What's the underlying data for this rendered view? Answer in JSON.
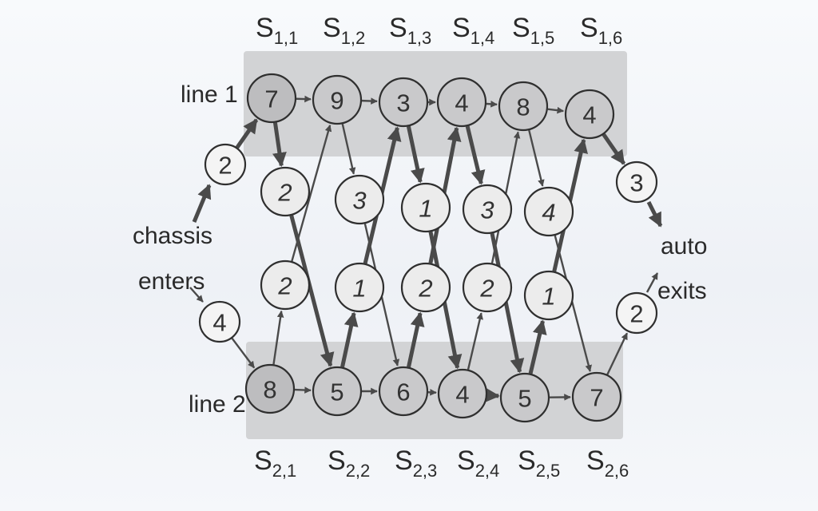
{
  "diagram": {
    "line_labels": {
      "line1": "line 1",
      "line2": "line 2"
    },
    "entry_label": [
      "chassis",
      "enters"
    ],
    "exit_label": [
      "auto",
      "exits"
    ],
    "station_prefix": "S",
    "line1": [
      {
        "sub": "1,1",
        "value": "7"
      },
      {
        "sub": "1,2",
        "value": "9"
      },
      {
        "sub": "1,3",
        "value": "3"
      },
      {
        "sub": "1,4",
        "value": "4"
      },
      {
        "sub": "1,5",
        "value": "8"
      },
      {
        "sub": "1,6",
        "value": "4"
      }
    ],
    "line2": [
      {
        "sub": "2,1",
        "value": "8"
      },
      {
        "sub": "2,2",
        "value": "5"
      },
      {
        "sub": "2,3",
        "value": "6"
      },
      {
        "sub": "2,4",
        "value": "4"
      },
      {
        "sub": "2,5",
        "value": "5"
      },
      {
        "sub": "2,6",
        "value": "7"
      }
    ],
    "transfer_1_to_2": [
      "2",
      "3",
      "1",
      "3",
      "4"
    ],
    "transfer_2_to_1": [
      "2",
      "1",
      "2",
      "2",
      "1"
    ],
    "entry_times": {
      "line1": "2",
      "line2": "4"
    },
    "exit_times": {
      "line1": "3",
      "line2": "2"
    }
  }
}
